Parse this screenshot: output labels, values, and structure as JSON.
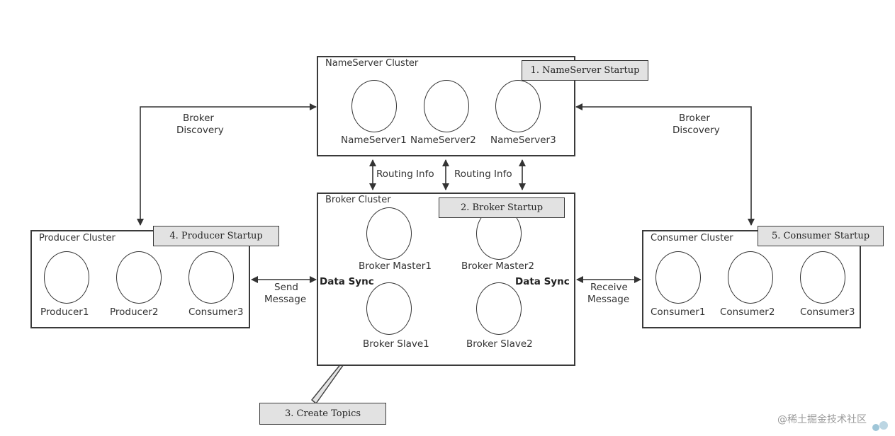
{
  "nameserver_cluster": {
    "title": "NameServer Cluster",
    "nodes": [
      "NameServer1",
      "NameServer2",
      "NameServer3"
    ],
    "step": "1. NameServer Startup"
  },
  "broker_cluster": {
    "title": "Broker Cluster",
    "step": "2. Broker Startup",
    "master1": "Broker Master1",
    "master2": "Broker Master2",
    "slave1": "Broker Slave1",
    "slave2": "Broker Slave2",
    "data_sync": "Data Sync"
  },
  "producer_cluster": {
    "title": "Producer Cluster",
    "step": "4. Producer Startup",
    "nodes": [
      "Producer1",
      "Producer2",
      "Consumer3"
    ]
  },
  "consumer_cluster": {
    "title": "Consumer Cluster",
    "step": "5. Consumer Startup",
    "nodes": [
      "Consumer1",
      "Consumer2",
      "Consumer3"
    ]
  },
  "edges": {
    "broker_discovery_line1": "Broker",
    "broker_discovery_line2": "Discovery",
    "routing_info": "Routing Info",
    "send_line1": "Send",
    "send_line2": "Message",
    "receive_line1": "Receive",
    "receive_line2": "Message"
  },
  "create_topics": "3. Create Topics",
  "watermark": "@稀土掘金技术社区"
}
